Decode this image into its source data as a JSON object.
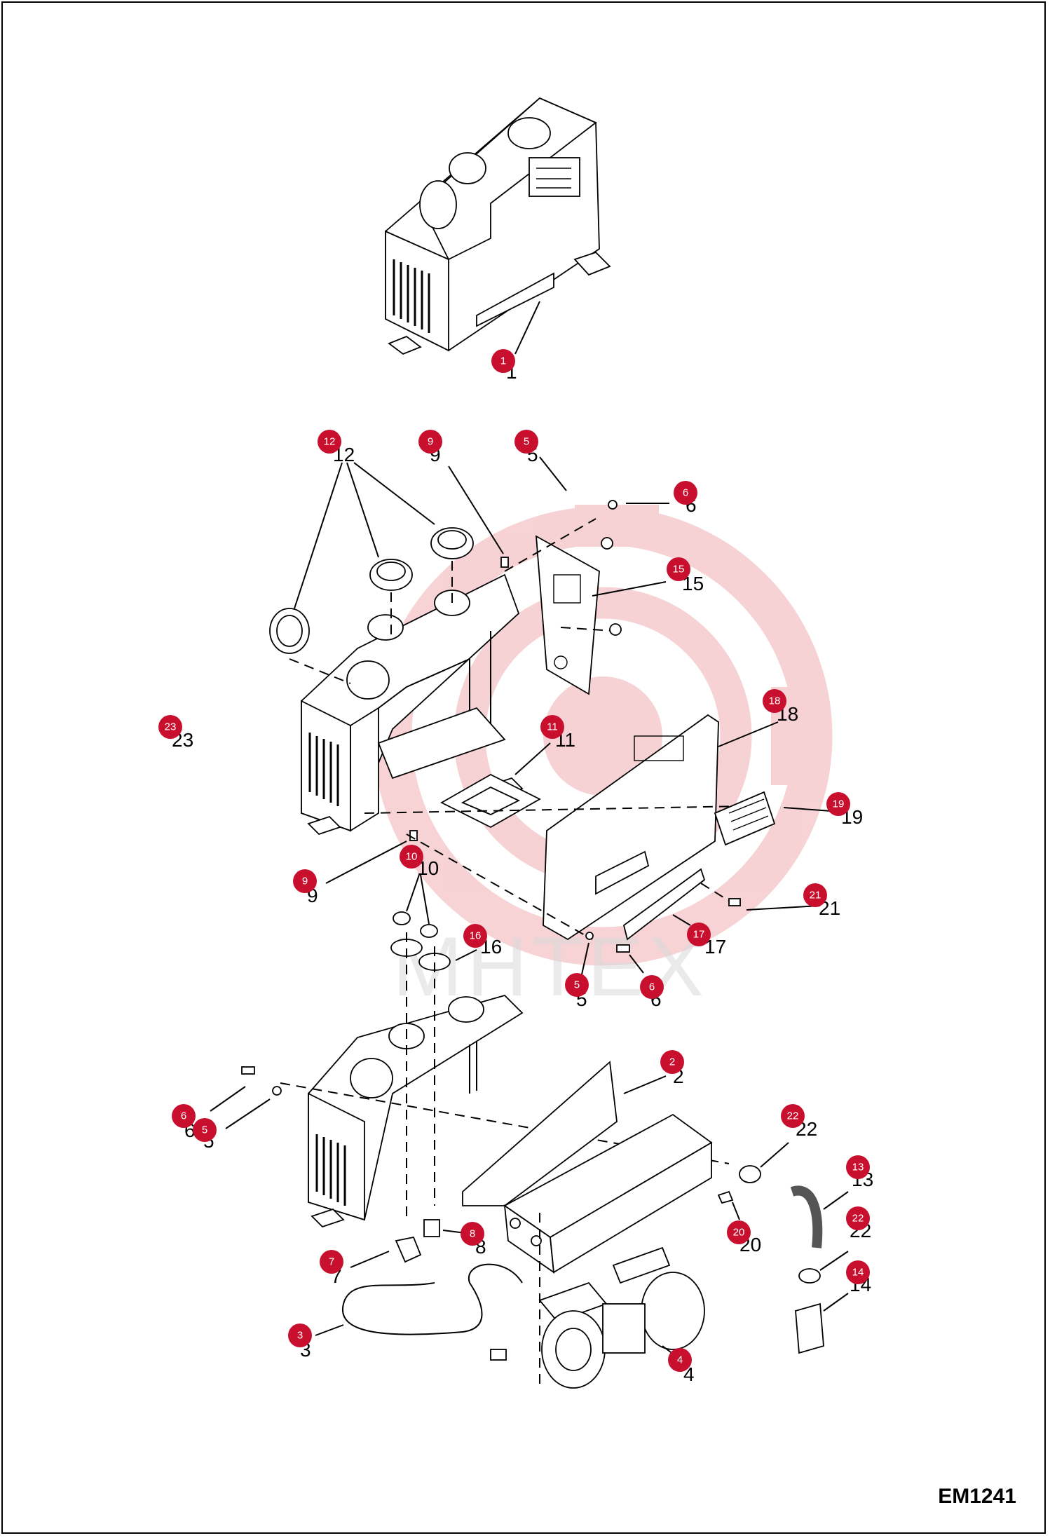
{
  "drawing_code": "EM1241",
  "watermark": {
    "text": "MHTEX",
    "color": "#d9363e"
  },
  "badge_color": "#c8102e",
  "callouts": [
    {
      "id": "1",
      "label": "1"
    },
    {
      "id": "12",
      "label": "12"
    },
    {
      "id": "9a",
      "label": "9"
    },
    {
      "id": "5a",
      "label": "5"
    },
    {
      "id": "6a",
      "label": "6"
    },
    {
      "id": "15",
      "label": "15"
    },
    {
      "id": "18",
      "label": "18"
    },
    {
      "id": "23",
      "label": "23"
    },
    {
      "id": "11",
      "label": "11"
    },
    {
      "id": "19",
      "label": "19"
    },
    {
      "id": "9b",
      "label": "9"
    },
    {
      "id": "10",
      "label": "10"
    },
    {
      "id": "21",
      "label": "21"
    },
    {
      "id": "16",
      "label": "16"
    },
    {
      "id": "17",
      "label": "17"
    },
    {
      "id": "5b",
      "label": "5"
    },
    {
      "id": "6b",
      "label": "6"
    },
    {
      "id": "2",
      "label": "2"
    },
    {
      "id": "22a",
      "label": "22"
    },
    {
      "id": "6c",
      "label": "6"
    },
    {
      "id": "5c",
      "label": "5"
    },
    {
      "id": "13",
      "label": "13"
    },
    {
      "id": "20",
      "label": "20"
    },
    {
      "id": "22b",
      "label": "22"
    },
    {
      "id": "8",
      "label": "8"
    },
    {
      "id": "7",
      "label": "7"
    },
    {
      "id": "14",
      "label": "14"
    },
    {
      "id": "3",
      "label": "3"
    },
    {
      "id": "4",
      "label": "4"
    }
  ]
}
